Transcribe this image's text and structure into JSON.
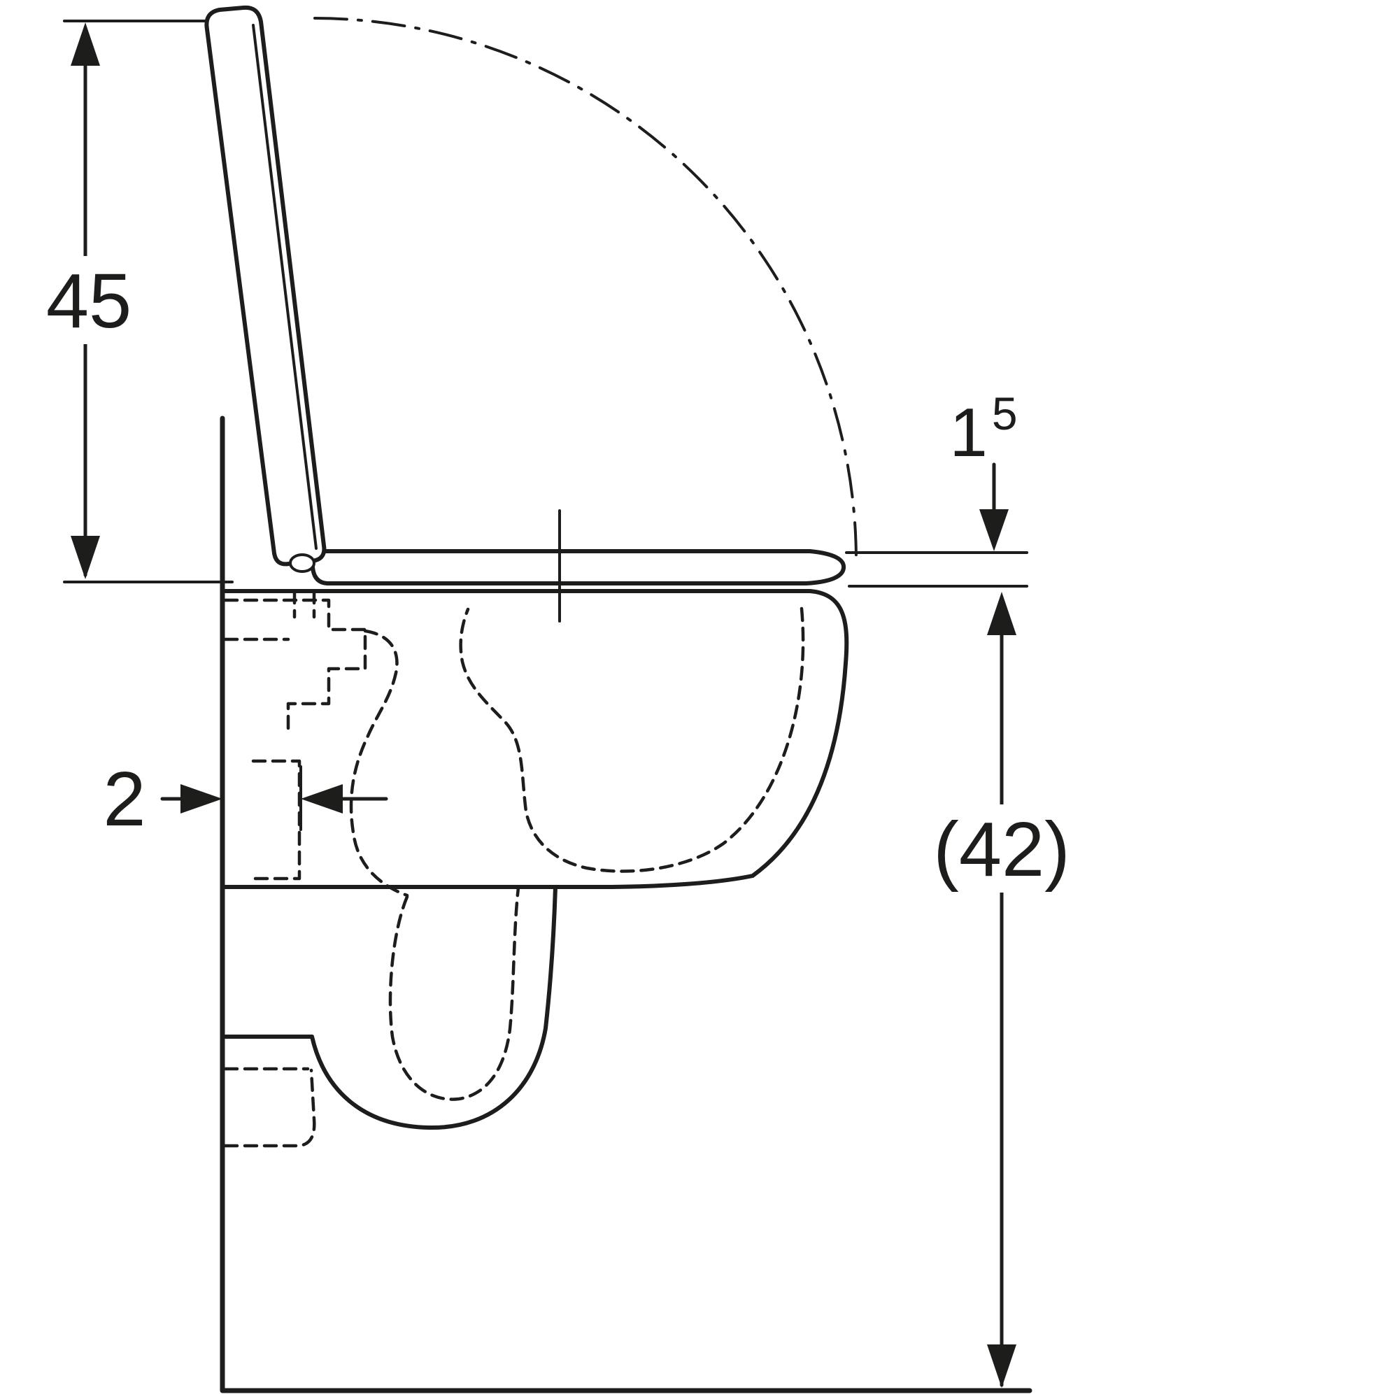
{
  "drawing": {
    "type": "technical_dimension_drawing",
    "subject": "wall-hung-toilet-side-view-lid-open",
    "units": "cm",
    "colors": {
      "line": "#1d1d1b",
      "background": "#ffffff"
    }
  },
  "labels": {
    "lid_height": "45",
    "seat_thickness_base": "1",
    "seat_thickness_sup": "5",
    "seat_thickness_value": "1.5",
    "wall_gap": "2",
    "bowl_height": "(42)",
    "bowl_height_value": "42"
  }
}
